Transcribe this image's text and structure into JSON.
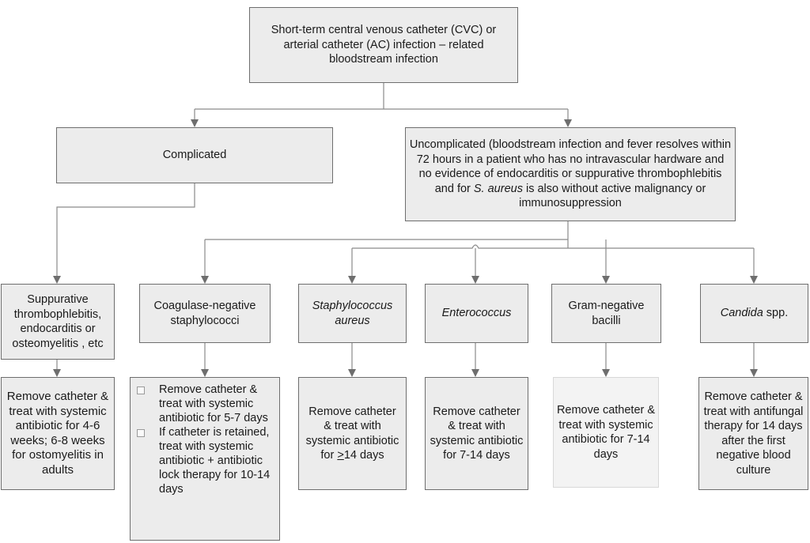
{
  "root": {
    "text": "Short-term central venous catheter (CVC) or arterial catheter (AC) infection – related bloodstream infection"
  },
  "branches": {
    "complicated": "Complicated",
    "uncomplicated": {
      "before": "Uncomplicated (bloodstream infection and fever resolves within 72 hours in a patient who has no intravascular hardware and no evidence of endocarditis or suppurative thrombophlebitis and for ",
      "italic": "S. aureus",
      "after": " is also without active malignancy or immunosuppression"
    }
  },
  "categories": [
    {
      "label": "Suppurative thrombophlebitis, endocarditis or osteomyelitis , etc"
    },
    {
      "label": "Coagulase-negative staphylococci"
    },
    {
      "label": "Staphylococcus aureus"
    },
    {
      "label": "Enterococcus"
    },
    {
      "label": "Gram-negative bacilli"
    },
    {
      "label_italic": "Candida",
      "label_rest": " spp."
    }
  ],
  "treatments": {
    "suppurative": "Remove catheter & treat with systemic antibiotic for 4-6 weeks; 6-8 weeks for ostomyelitis in adults",
    "cons": [
      "Remove catheter & treat with systemic antibiotic for 5-7 days",
      "If catheter is retained, treat with systemic antibiotic + antibiotic lock therapy for 10-14 days"
    ],
    "saureus": {
      "before": "Remove catheter & treat with systemic antibiotic for ",
      "ge": ">",
      "after": "14 days"
    },
    "enterococcus": "Remove catheter & treat with systemic antibiotic for  7-14 days",
    "gram_negative": "Remove catheter & treat with systemic antibiotic for  7-14 days",
    "candida": "Remove catheter & treat with antifungal therapy for 14 days after the first negative blood culture"
  }
}
